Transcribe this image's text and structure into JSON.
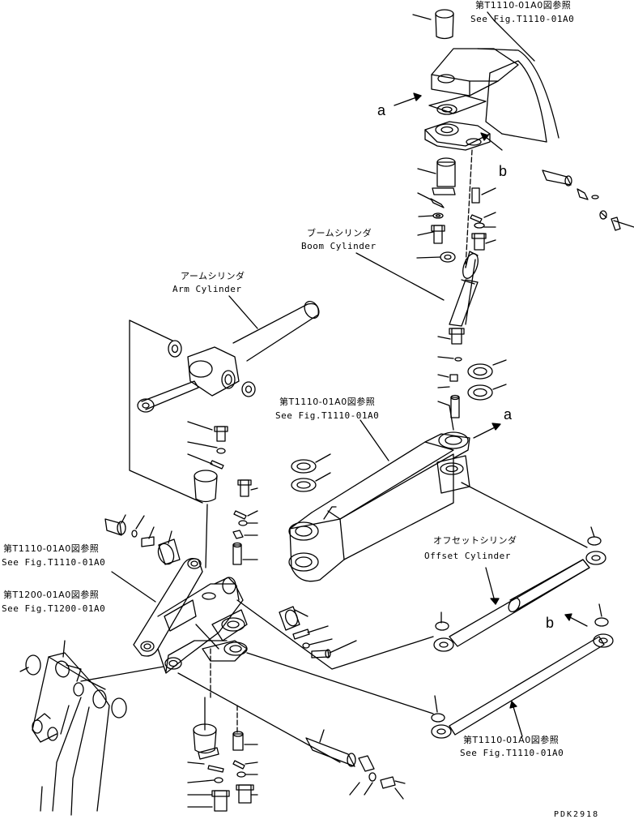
{
  "labels": {
    "fig_1110_top_jp": "第T1110-01A0図参照",
    "fig_1110_top_en": "See Fig.T1110-01A0",
    "boom_cyl_jp": "ブームシリンダ",
    "boom_cyl_en": "Boom Cylinder",
    "arm_cyl_jp": "アームシリンダ",
    "arm_cyl_en": "Arm Cylinder",
    "fig_1110_mid_jp": "第T1110-01A0図参照",
    "fig_1110_mid_en": "See Fig.T1110-01A0",
    "fig_1110_left_jp": "第T1110-01A0図参照",
    "fig_1110_left_en": "See Fig.T1110-01A0",
    "fig_1200_jp": "第T1200-01A0図参照",
    "fig_1200_en": "See Fig.T1200-01A0",
    "offset_cyl_jp": "オフセットシリンダ",
    "offset_cyl_en": "Offset Cylinder",
    "fig_1110_bot_jp": "第T1110-01A0図参照",
    "fig_1110_bot_en": "See Fig.T1110-01A0",
    "ref_a_top": "a",
    "ref_b_top": "b",
    "ref_a_mid": "a",
    "ref_b_bot": "b",
    "drawing_code": "PDK2918"
  }
}
